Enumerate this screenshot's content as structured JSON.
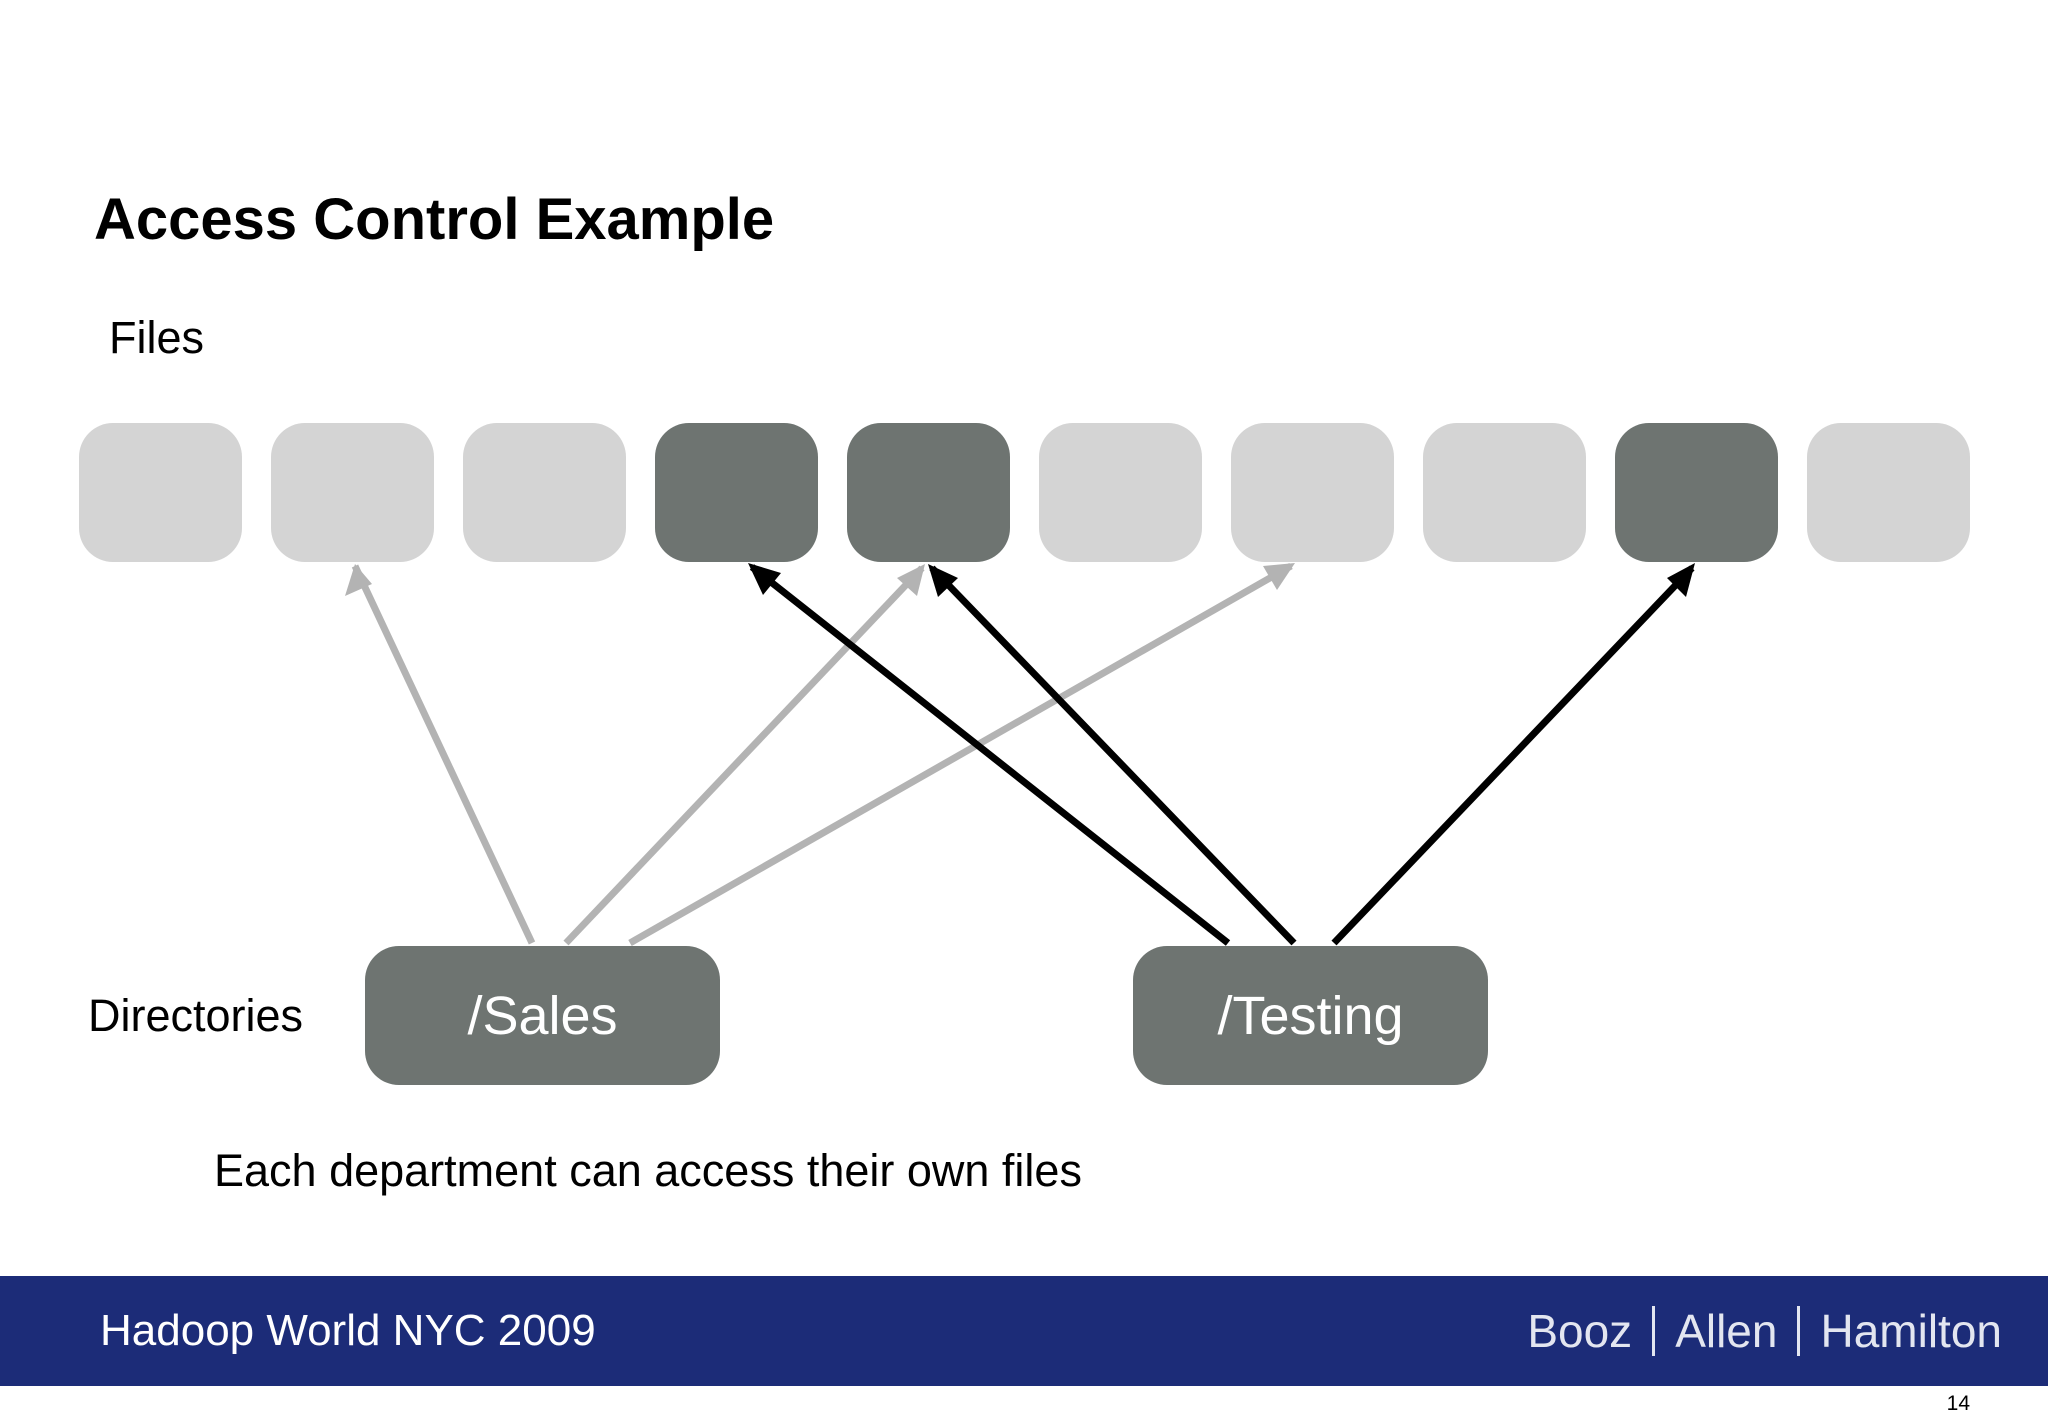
{
  "title": "Access Control Example",
  "labels": {
    "files": "Files",
    "directories": "Directories"
  },
  "files": [
    {
      "state": "light"
    },
    {
      "state": "light"
    },
    {
      "state": "light"
    },
    {
      "state": "dark"
    },
    {
      "state": "dark"
    },
    {
      "state": "light"
    },
    {
      "state": "light"
    },
    {
      "state": "light"
    },
    {
      "state": "dark"
    },
    {
      "state": "light"
    }
  ],
  "directories": [
    {
      "label": "/Sales",
      "color": "light-arrows",
      "targets": [
        1,
        4,
        6
      ]
    },
    {
      "label": "/Testing",
      "color": "dark-arrows",
      "targets": [
        3,
        4,
        8
      ]
    }
  ],
  "caption": "Each department can access their own files",
  "footer": {
    "event": "Hadoop World NYC 2009",
    "logo_parts": [
      "Booz",
      "Allen",
      "Hamilton"
    ]
  },
  "page_number": "14",
  "colors": {
    "light_file": "#d4d4d4",
    "dark_file": "#6e7471",
    "light_arrow": "#b3b3b3",
    "dark_arrow": "#000000",
    "footer_bg": "#1c2c78"
  }
}
